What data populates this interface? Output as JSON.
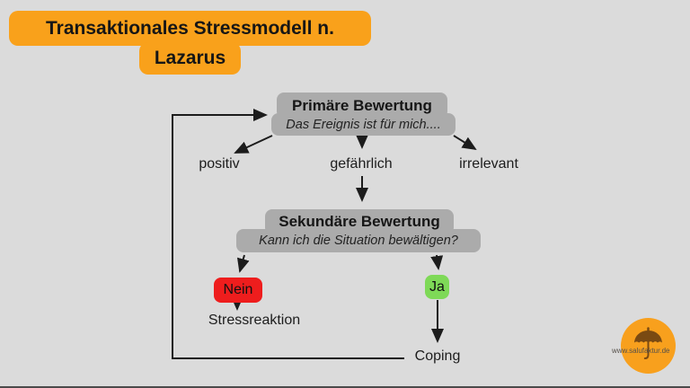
{
  "header": {
    "title_line1": "Transaktionales Stressmodell n.",
    "title_line2": "Lazarus"
  },
  "diagram": {
    "primary": {
      "title": "Primäre Bewertung",
      "subtitle": "Das Ereignis ist für mich...."
    },
    "appraisals": {
      "positive": "positiv",
      "dangerous": "gefährlich",
      "irrelevant": "irrelevant"
    },
    "secondary": {
      "title": "Sekundäre Bewertung",
      "subtitle": "Kann ich die Situation bewältigen?"
    },
    "decision": {
      "no": "Nein",
      "yes": "Ja"
    },
    "stress_reaction": "Stressreaktion",
    "coping": "Coping"
  },
  "branding": {
    "website": "www.salufaktur.de",
    "logo_icon": "umbrella-icon"
  },
  "colors": {
    "background": "#dbdbdb",
    "title_highlight": "#f9a11b",
    "node_gray": "#ababab",
    "no_red": "#ee1d1d",
    "yes_green": "#7ed957",
    "line": "#1c1c1c",
    "logo_orange": "#f8a01d"
  }
}
